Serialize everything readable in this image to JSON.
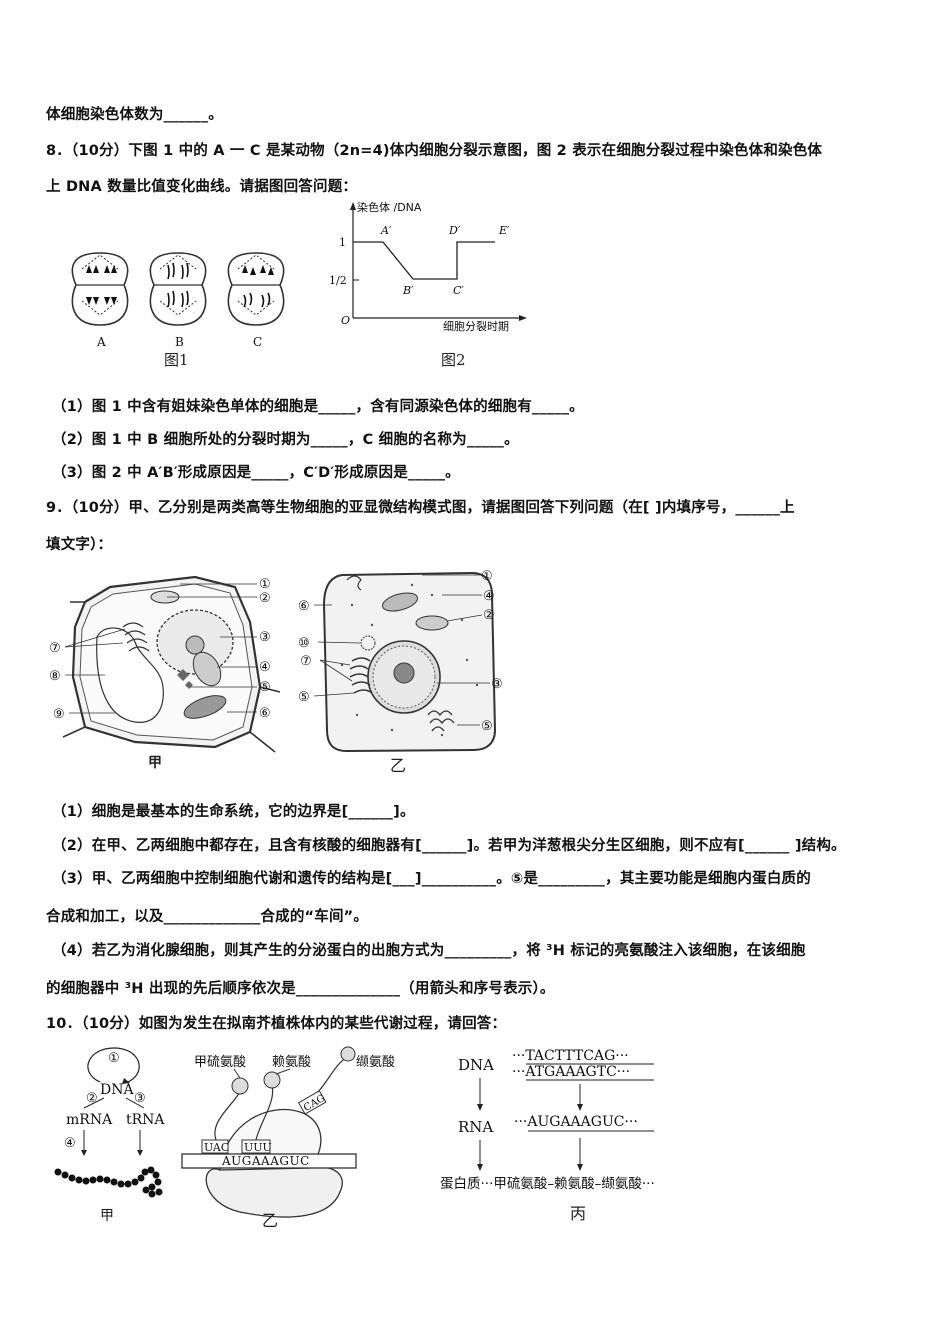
{
  "q7": {
    "tail": "体细胞染色体数为______。"
  },
  "q8": {
    "stem_l1": "8．（10分）下图 1 中的 A 一 C 是某动物（2n=4)体内细胞分裂示意图，图 2 表示在细胞分裂过程中染色体和染色体",
    "stem_l2": "上 DNA 数量比值变化曲线。请据图回答问题：",
    "fig1": {
      "labels": [
        "A",
        "B",
        "C"
      ],
      "caption": "图1"
    },
    "fig2": {
      "ylabel": "染色体 /DNA",
      "xlabel": "细胞分裂时期",
      "yticks": [
        "1",
        "1/2"
      ],
      "origin": "O",
      "points": [
        "A′",
        "B′",
        "C′",
        "D′",
        "E′"
      ],
      "caption": "图2"
    },
    "sub1": "（1）图 1 中含有姐妹染色单体的细胞是_____，含有同源染色体的细胞有_____。",
    "sub2": "（2）图 1 中 B 细胞所处的分裂时期为_____，C 细胞的名称为_____。",
    "sub3": "（3）图 2 中 A′B′形成原因是_____，C′D′形成原因是_____。"
  },
  "q9": {
    "stem_l1": "9．（10分）甲、乙分别是两类高等生物细胞的亚显微结构模式图，请据图回答下列问题（在[  ]内填序号，______上",
    "stem_l2": "填文字）：",
    "fig_jia": {
      "caption": "甲",
      "right_labels": [
        "①",
        "②",
        "③",
        "④",
        "⑤",
        "⑥"
      ],
      "left_labels": [
        "⑦",
        "⑧",
        "⑨"
      ]
    },
    "fig_yi": {
      "caption": "乙",
      "right_labels": [
        "①",
        "④",
        "②",
        "③",
        "⑤"
      ],
      "left_labels": [
        "⑥",
        "⑩",
        "⑦",
        "⑤"
      ]
    },
    "sub1": "（1）细胞是最基本的生命系统，它的边界是[______]。",
    "sub2": "（2）在甲、乙两细胞中都存在，且含有核酸的细胞器有[______]。若甲为洋葱根尖分生区细胞，则不应有[______ ]结构。",
    "sub3_l1": "（3）甲、乙两细胞中控制细胞代谢和遗传的结构是[___]__________。⑤是_________，其主要功能是细胞内蛋白质的",
    "sub3_l2": "合成和加工，以及_____________合成的“车间”。",
    "sub4_l1": "（4）若乙为消化腺细胞，则其产生的分泌蛋白的出胞方式为_________，将 ³H 标记的亮氨酸注入该细胞，在该细胞",
    "sub4_l2": "的细胞器中 ³H 出现的先后顺序依次是______________（用箭头和序号表示）。"
  },
  "q10": {
    "stem": "10．（10分）如图为发生在拟南芥植株体内的某些代谢过程，请回答：",
    "fig_jia": {
      "nums": [
        "①",
        "②",
        "③",
        "④"
      ],
      "dna": "DNA",
      "mrna": "mRNA",
      "trna": "tRNA",
      "caption": "甲"
    },
    "fig_yi": {
      "aa1": "甲硫氨酸",
      "aa2": "赖氨酸",
      "aa3": "缬氨酸",
      "anticodons": [
        "UAC",
        "UUU",
        "CAG"
      ],
      "mrna_seq": "AUGAAAGUC",
      "caption": "乙"
    },
    "fig_bing": {
      "dna": "DNA",
      "rna": "RNA",
      "strand1": "···TACTTTCAG···",
      "strand2": "···ATGAAAGTC···",
      "rna_seq": "···AUGAAAGUC···",
      "protein": "蛋白质···甲硫氨酸–赖氨酸–缬氨酸···",
      "caption": "丙"
    }
  }
}
